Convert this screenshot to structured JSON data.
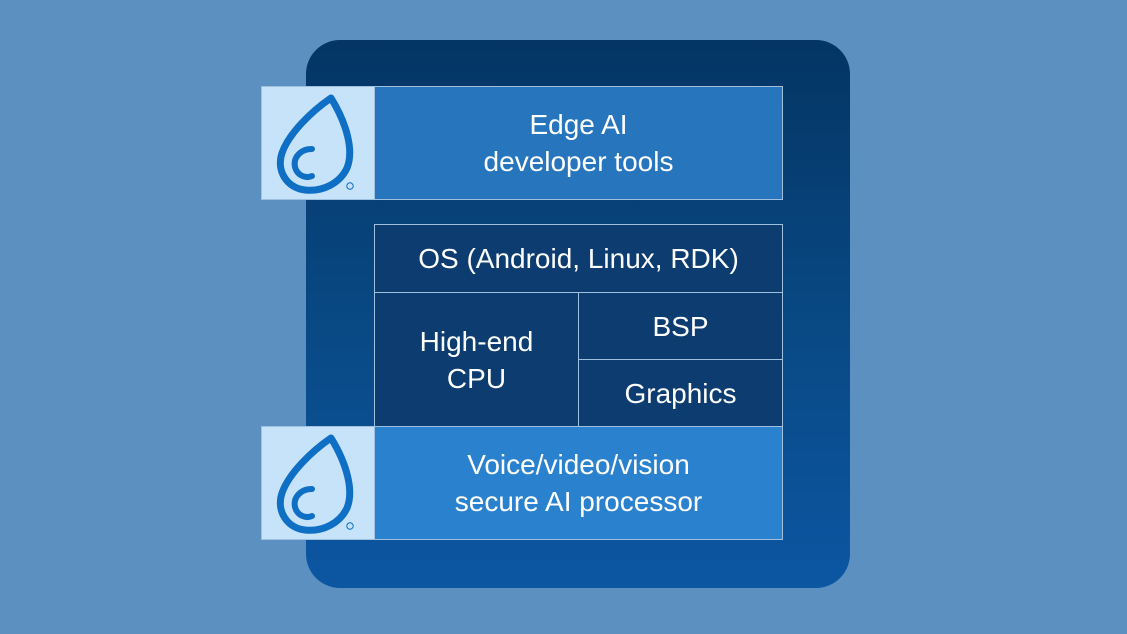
{
  "diagram": {
    "top_block": {
      "label": "Edge AI\ndeveloper tools"
    },
    "os_block": {
      "label": "OS (Android, Linux, RDK)"
    },
    "cpu_block": {
      "label": "High-end\nCPU"
    },
    "bsp_block": {
      "label": "BSP"
    },
    "graphics_block": {
      "label": "Graphics"
    },
    "bottom_block": {
      "label": "Voice/video/vision\nsecure AI processor"
    }
  },
  "logo": {
    "icon": "droplet-swirl-logo-icon",
    "mark": "®"
  },
  "colors": {
    "background": "#5b90c0",
    "panel": "#0a4a86",
    "top_block": "#2776bd",
    "bottom_block": "#2a82cf",
    "dark_block": "#0d3d70",
    "logo_tile": "#c6e3fa",
    "logo_stroke": "#0f6fc4"
  }
}
